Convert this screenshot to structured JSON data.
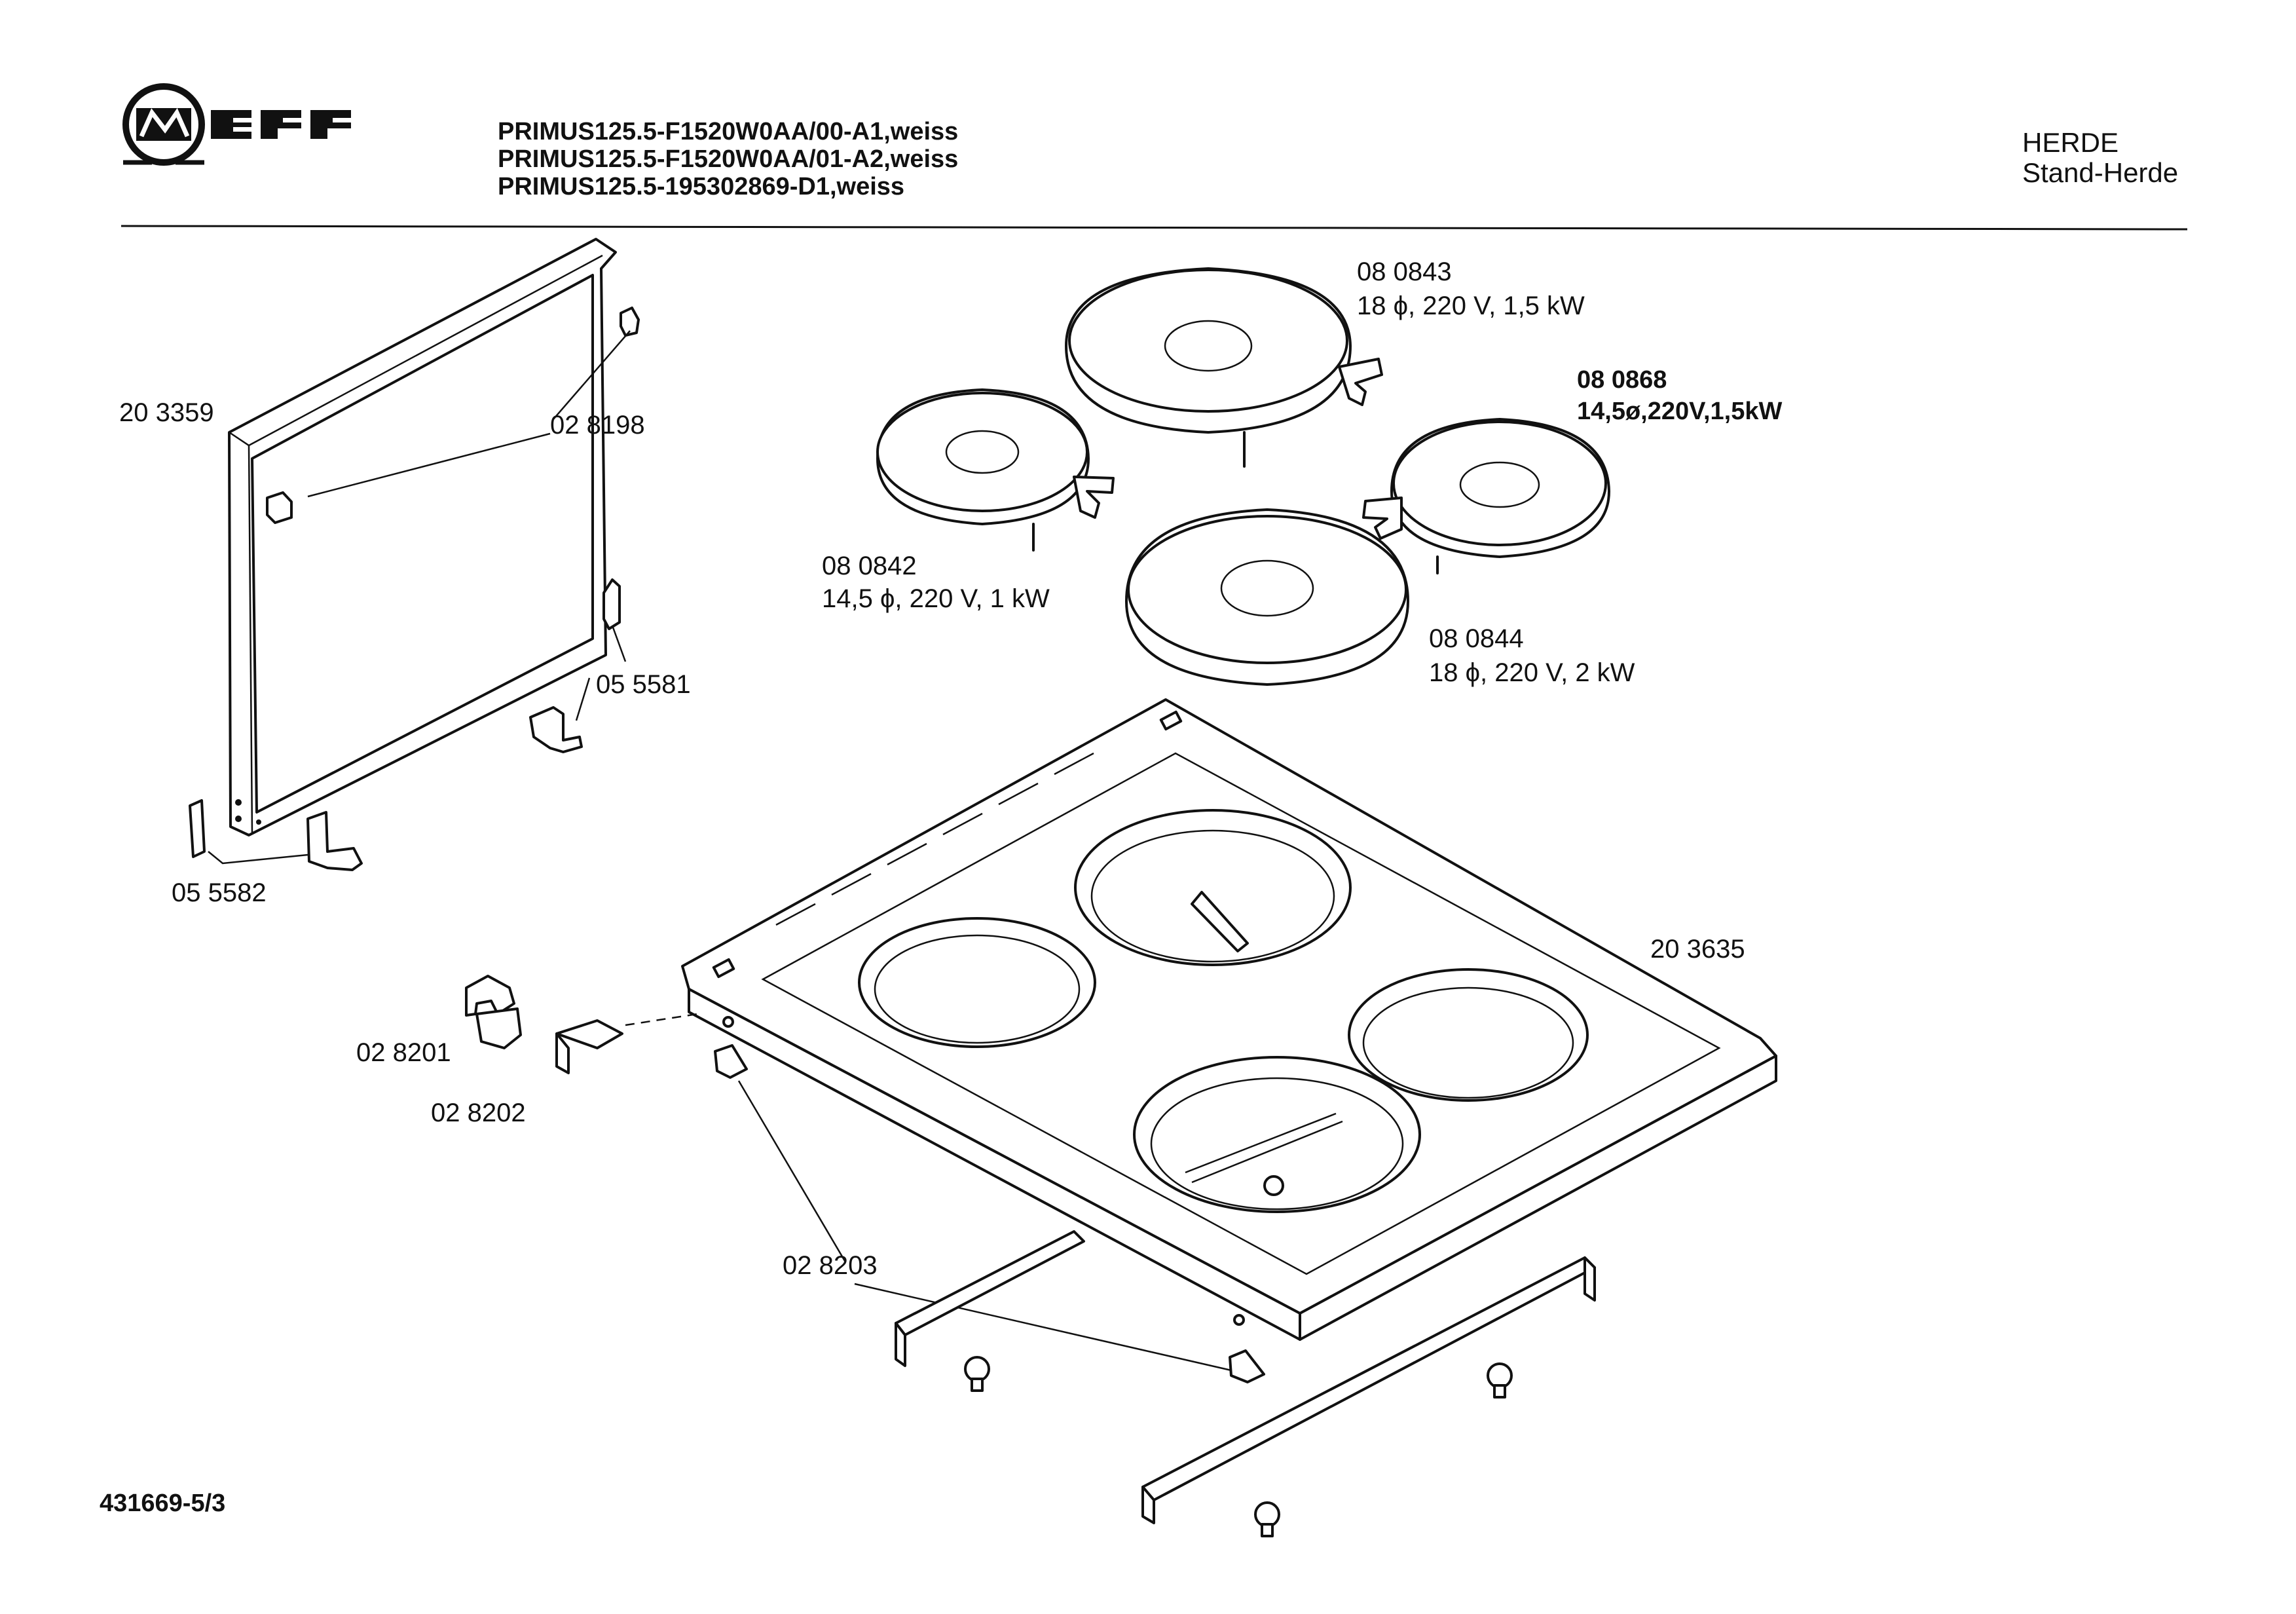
{
  "header": {
    "brand": "NEFF",
    "models": [
      "PRIMUS125.5-F1520W0AA/00-A1,weiss",
      "PRIMUS125.5-F1520W0AA/01-A2,weiss",
      "PRIMUS125.5-195302869-D1,weiss"
    ],
    "category": "HERDE",
    "subcategory": "Stand-Herde"
  },
  "parts": {
    "p203359": "20 3359",
    "p028198": "02 8198",
    "p055581": "05 5581",
    "p055582": "05 5582",
    "p028201": "02 8201",
    "p028202": "02 8202",
    "p028203": "02 8203",
    "p203635": "20 3635",
    "p080843": {
      "code": "08 0843",
      "spec": "18 ϕ, 220 V, 1,5 kW"
    },
    "p080868": {
      "code": "08 0868",
      "spec": "14,5ø,220V,1,5kW"
    },
    "p080842": {
      "code": "08 0842",
      "spec": "14,5 ϕ, 220 V, 1 kW"
    },
    "p080844": {
      "code": "08 0844",
      "spec": "18 ϕ, 220 V, 2 kW"
    }
  },
  "footer": {
    "doc_number": "431669-5/3"
  },
  "icons": [
    "neff-logo",
    "hotplate-icon",
    "cooktop-frame-icon"
  ]
}
